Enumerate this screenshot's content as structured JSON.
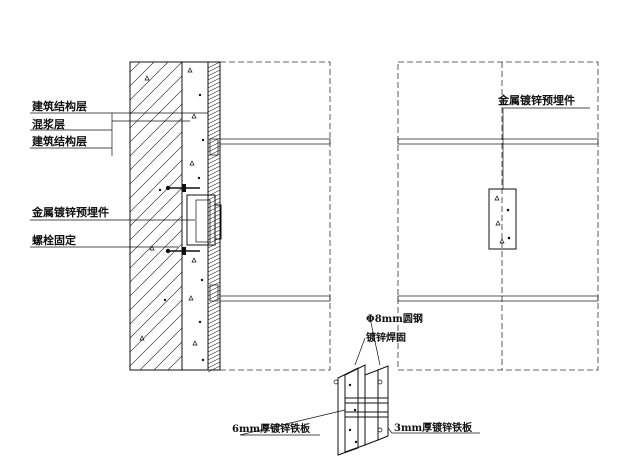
{
  "labels": {
    "structure_layer_1": "建筑结构层",
    "mortar_layer": "混浆层",
    "structure_layer_2": "建筑结构层",
    "embedded_part_left": "金属镀锌预埋件",
    "bolt_fixing": "螺栓固定",
    "embedded_part_right": "金属镀锌预埋件",
    "round_steel": "Φ8mm圆钢",
    "galvanized_weld": "镀锌焊固",
    "plate_6mm": "6mm厚镀锌铁板",
    "plate_3mm": "3mm厚镀锌铁板"
  }
}
